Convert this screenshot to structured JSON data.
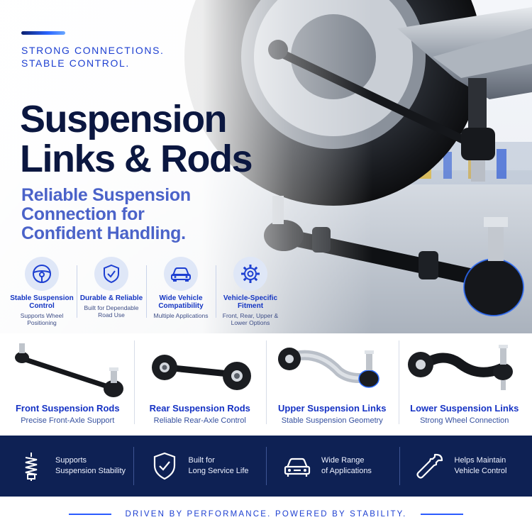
{
  "hero": {
    "tagline_line1": "STRONG CONNECTIONS.",
    "tagline_line2": "STABLE CONTROL.",
    "title_line1": "Suspension",
    "title_line2": "Links & Rods",
    "subtitle_line1": "Reliable Suspension",
    "subtitle_line2": "Connection for",
    "subtitle_line3": "Confident Handling."
  },
  "features": [
    {
      "icon": "steering-wheel-icon",
      "title": "Stable Suspension Control",
      "desc": "Supports Wheel Positioning"
    },
    {
      "icon": "shield-check-icon",
      "title": "Durable & Reliable",
      "desc": "Built for Dependable Road Use"
    },
    {
      "icon": "car-icon",
      "title": "Wide Vehicle Compatibility",
      "desc": "Multiple Applications"
    },
    {
      "icon": "gear-icon",
      "title": "Vehicle-Specific Fitment",
      "desc": "Front, Rear, Upper & Lower Options"
    }
  ],
  "products": [
    {
      "name": "Front Suspension Rods",
      "desc": "Precise Front-Axle Support"
    },
    {
      "name": "Rear Suspension Rods",
      "desc": "Reliable Rear-Axle Control"
    },
    {
      "name": "Upper Suspension Links",
      "desc": "Stable Suspension Geometry"
    },
    {
      "name": "Lower Suspension Links",
      "desc": "Strong Wheel Connection"
    }
  ],
  "benefits": [
    {
      "icon": "coil-spring-icon",
      "line1": "Supports",
      "line2": "Suspension Stability"
    },
    {
      "icon": "shield-check-icon",
      "line1": "Built for",
      "line2": "Long Service Life"
    },
    {
      "icon": "car-front-icon",
      "line1": "Wide Range",
      "line2": "of Applications"
    },
    {
      "icon": "wrench-icon",
      "line1": "Helps Maintain",
      "line2": "Vehicle Control"
    }
  ],
  "footer": {
    "text": "DRIVEN BY PERFORMANCE. POWERED BY STABILITY."
  },
  "colors": {
    "navy": "#0e2154",
    "accent_blue": "#1d3fd1",
    "title_navy": "#0b1740",
    "subtitle_blue": "#4b63c9"
  }
}
